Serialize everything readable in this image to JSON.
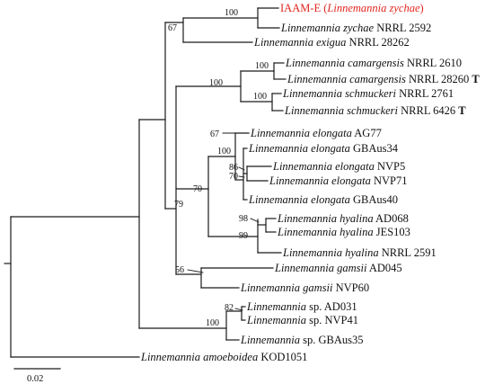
{
  "taxa": {
    "t01": {
      "genus": "IAAM-E (",
      "species": "Linnemannia zychae",
      "strain": ")"
    },
    "t02": {
      "genus": "Linnemannia zychae",
      "strain": " NRRL 2592"
    },
    "t03": {
      "genus": "Linnemannia exigua",
      "strain": " NRRL 28262"
    },
    "t04": {
      "genus": "Linnemannia camargensis",
      "strain": " NRRL 2610"
    },
    "t05": {
      "genus": "Linnemannia camargensis",
      "strain": " NRRL 28260 ",
      "mark": "T"
    },
    "t06": {
      "genus": "Linnemannia schmuckeri",
      "strain": " NRRL 2761"
    },
    "t07": {
      "genus": "Linnemannia schmuckeri",
      "strain": " NRRL 6426 ",
      "mark": "T"
    },
    "t08": {
      "genus": "Linnemannia elongata",
      "strain": " AG77"
    },
    "t09": {
      "genus": "Linnemannia elongata",
      "strain": " GBAus34"
    },
    "t10": {
      "genus": "Linnemannia elongata",
      "strain": " NVP5"
    },
    "t11": {
      "genus": "Linnemannia elongata",
      "strain": " NVP71"
    },
    "t12": {
      "genus": "Linnemannia elongata",
      "strain": " GBAus40"
    },
    "t13": {
      "genus": "Linnemannia hyalina",
      "strain": " AD068"
    },
    "t14": {
      "genus": "Linnemannia hyalina",
      "strain": " JES103"
    },
    "t15": {
      "genus": "Linnemannia hyalina",
      "strain": " NRRL 2591"
    },
    "t16": {
      "genus": "Linnemannia gamsii",
      "strain": " AD045"
    },
    "t17": {
      "genus": "Linnemannia gamsii",
      "strain": " NVP60"
    },
    "t18": {
      "genus": "Linnemannia",
      "strain": " sp.  AD031"
    },
    "t19": {
      "genus": "Linnemannia",
      "strain": " sp. NVP41"
    },
    "t20": {
      "genus": "Linnemannia",
      "strain": " sp. GBAus35"
    },
    "t21": {
      "genus": "Linnemannia amoeboidea",
      "strain": " KOD1051"
    }
  },
  "bootstrap": {
    "b100_zychae": "100",
    "b67_top": "67",
    "b100_camarg_schmuck": "100",
    "b100_camarg": "100",
    "b100_schmuck": "100",
    "b67_elong": "67",
    "b100_elong": "100",
    "b86": "86",
    "b70_inner": "70",
    "b70_outer": "70",
    "b79": "79",
    "b98": "98",
    "b99": "99",
    "b56": "56",
    "b82": "82",
    "b100_sp": "100"
  },
  "scale_bar": {
    "label": "0.02"
  },
  "colors": {
    "highlight": "#e0261f",
    "branch": "#1a1a1a"
  }
}
